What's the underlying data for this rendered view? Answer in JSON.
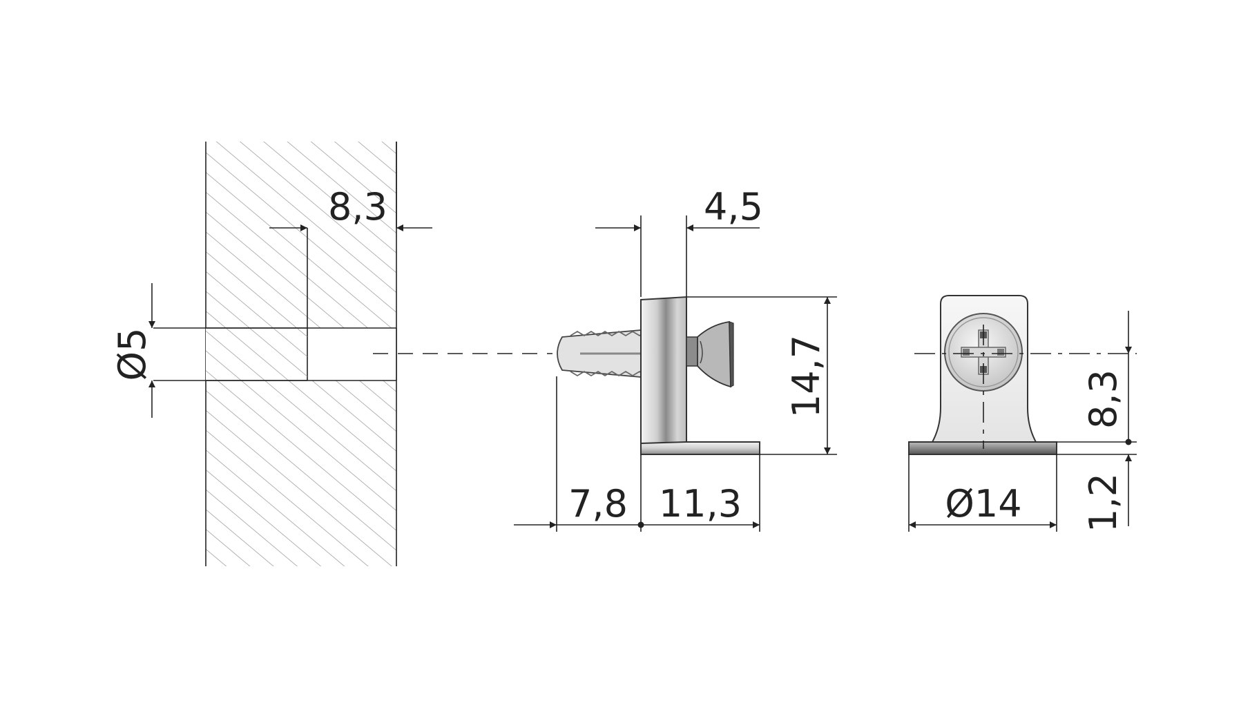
{
  "dimensions": {
    "hole_depth": "8,3",
    "hole_diameter": "Ø5",
    "bracket_thickness": "4,5",
    "bracket_height": "14,7",
    "pin_length": "7,8",
    "bracket_length": "11,3",
    "washer_diameter": "Ø14",
    "screw_axis_height": "8,3",
    "washer_thickness": "1,2"
  },
  "colors": {
    "line": "#222222",
    "hatch": "#9a9a9a",
    "metal_light": "#f2f2f2",
    "metal_mid": "#c8c8c8",
    "metal_dark": "#7a7a7a",
    "background": "#ffffff"
  }
}
